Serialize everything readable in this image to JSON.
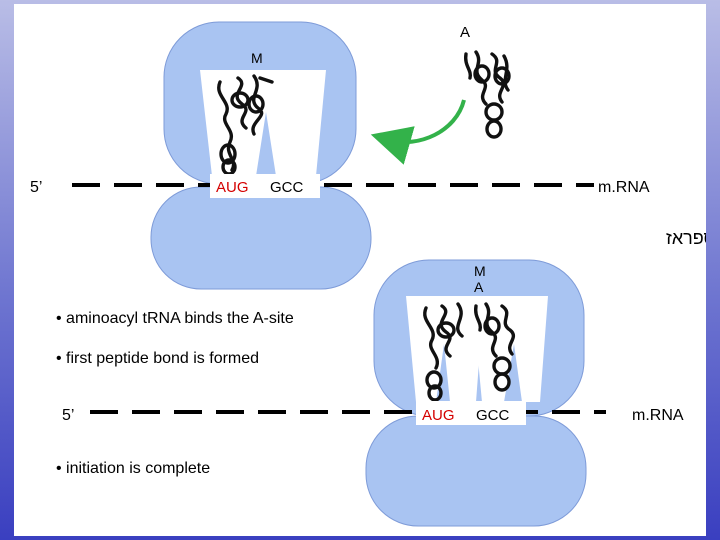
{
  "colors": {
    "ribosome": "#a9c4f2",
    "ribosome_stroke": "#7e9bd8",
    "codon_start": "#d40000",
    "arrow": "#33b24a",
    "mrna_line": "#000000"
  },
  "top_panel": {
    "five_prime_label": "5’",
    "mrna_label": "m.RNA",
    "codon_1": "AUG",
    "codon_2": "GCC",
    "trna_p_label": "M",
    "trna_incoming_label": "A",
    "hebrew_caption": "פפטידיל טראנספראז"
  },
  "bottom_panel": {
    "five_prime_label": "5’",
    "mrna_label": "m.RNA",
    "codon_1": "AUG",
    "codon_2": "GCC",
    "chain_label_top": "M",
    "chain_label_bottom": "A"
  },
  "bullets": [
    "• aminoacyl tRNA binds the A-site",
    "• first peptide bond is formed",
    "• initiation is complete"
  ]
}
